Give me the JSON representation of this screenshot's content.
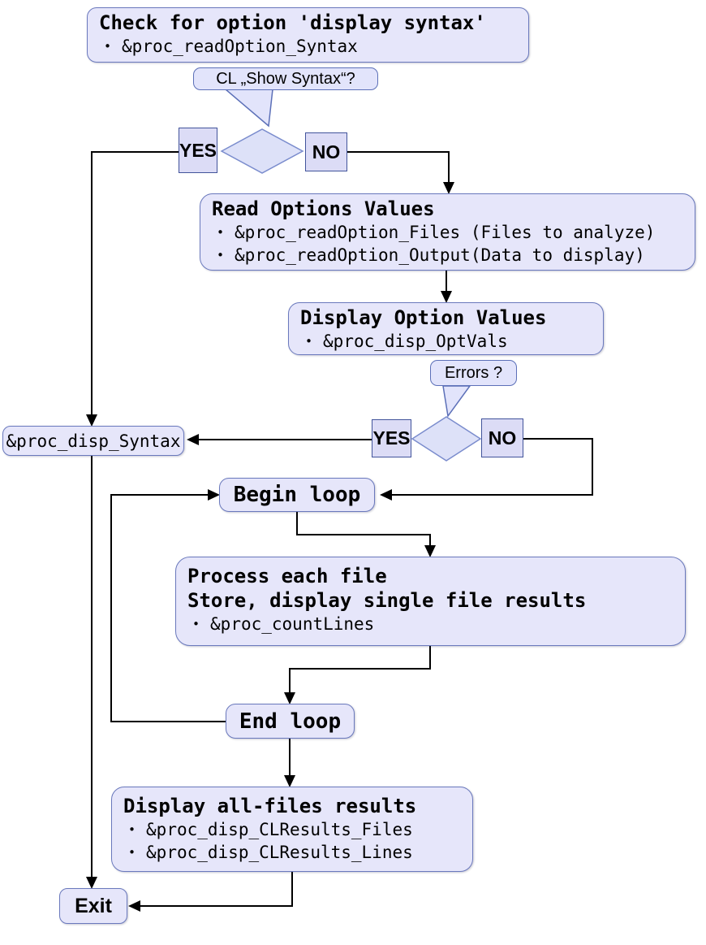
{
  "colors": {
    "canvas_bg": "#ffffff",
    "node_fill": "#e6e6fa",
    "node_border": "#6a79bd",
    "small_fill": "#dcdcf6",
    "small_border": "#42549b",
    "diamond_fill": "#dde1f8",
    "diamond_border": "#7a8ccd",
    "callout_fill": "#e2e4fb",
    "callout_border": "#5c70b8",
    "connector": "#000000",
    "text": "#000000"
  },
  "flowchart": {
    "check_syntax": {
      "title": "Check for option 'display syntax'",
      "bullets": [
        "&proc_readOption_Syntax"
      ]
    },
    "callout_show_syntax": {
      "label": "CL „Show Syntax“?"
    },
    "decision1": {
      "yes": "YES",
      "no": "NO"
    },
    "read_options": {
      "title": "Read Options Values",
      "bullets": [
        "&proc_readOption_Files (Files to analyze)",
        "&proc_readOption_Output(Data to display)"
      ]
    },
    "display_options": {
      "title": "Display Option Values",
      "bullets": [
        "&proc_disp_OptVals"
      ]
    },
    "callout_errors": {
      "label": "Errors ?"
    },
    "decision2": {
      "yes": "YES",
      "no": "NO"
    },
    "disp_syntax": {
      "title": "&proc_disp_Syntax"
    },
    "begin_loop": {
      "title": "Begin loop"
    },
    "process_file": {
      "title": "Process each file",
      "title2": "Store, display single file results",
      "bullets": [
        "&proc_countLines"
      ]
    },
    "end_loop": {
      "title": "End loop"
    },
    "display_results": {
      "title": "Display all-files results",
      "bullets": [
        "&proc_disp_CLResults_Files",
        "&proc_disp_CLResults_Lines"
      ]
    },
    "exit": {
      "title": "Exit"
    }
  }
}
